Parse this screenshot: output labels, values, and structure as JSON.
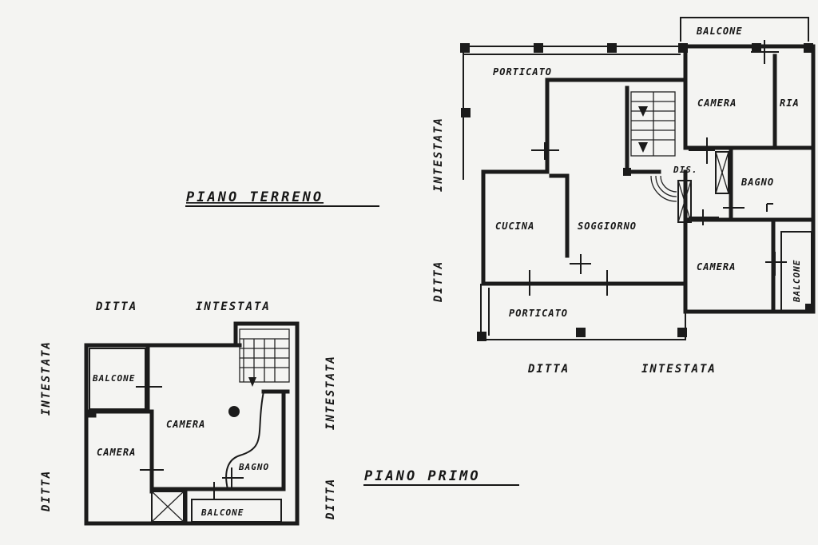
{
  "ground_floor": {
    "title": "PIANO TERRENO",
    "rooms": {
      "porticato_top": "PORTICATO",
      "camera_top": "CAMERA",
      "ria": "RIA",
      "balcone_top": "BALCONE",
      "dis": "DIS.",
      "bagno": "BAGNO",
      "cucina": "CUCINA",
      "soggiorno": "SOGGIORNO",
      "camera_right": "CAMERA",
      "balcone_right": "BALCONE",
      "porticato_bottom": "PORTICATO"
    },
    "neighbors": {
      "left_intestata": "INTESTATA",
      "left_ditta": "DITTA",
      "bottom_ditta": "DITTA",
      "bottom_intestata": "INTESTATA"
    }
  },
  "first_floor": {
    "title": "PIANO PRIMO",
    "rooms": {
      "balcone_left": "BALCONE",
      "camera_main": "CAMERA",
      "camera_left": "CAMERA",
      "bagno": "BAGNO",
      "balcone_bottom": "BALCONE"
    },
    "neighbors": {
      "top_ditta": "DITTA",
      "top_intestata": "INTESTATA",
      "left_intestata": "INTESTATA",
      "left_ditta": "DITTA",
      "right_intestata": "INTESTATA",
      "right_ditta": "DITTA"
    }
  }
}
